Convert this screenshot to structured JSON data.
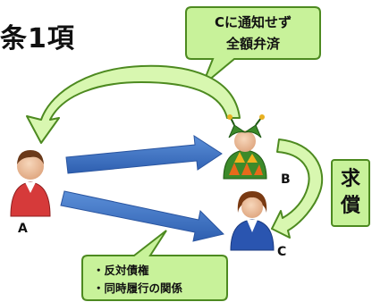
{
  "title": "条1項",
  "parties": {
    "a": "A",
    "b": "B",
    "c": "C"
  },
  "callout_top": {
    "line1": "Cに通知せず",
    "line2": "全額弁済"
  },
  "callout_bottom": {
    "line1": "・反対債権",
    "line2": "・同時履行の関係"
  },
  "side_label": {
    "char1": "求",
    "char2": "償"
  },
  "colors": {
    "callout_fill": "#c8f29a",
    "callout_border": "#4d8a20",
    "flow_arrow": "#3a72c4",
    "curve_arrow": "#d8f7b0"
  }
}
